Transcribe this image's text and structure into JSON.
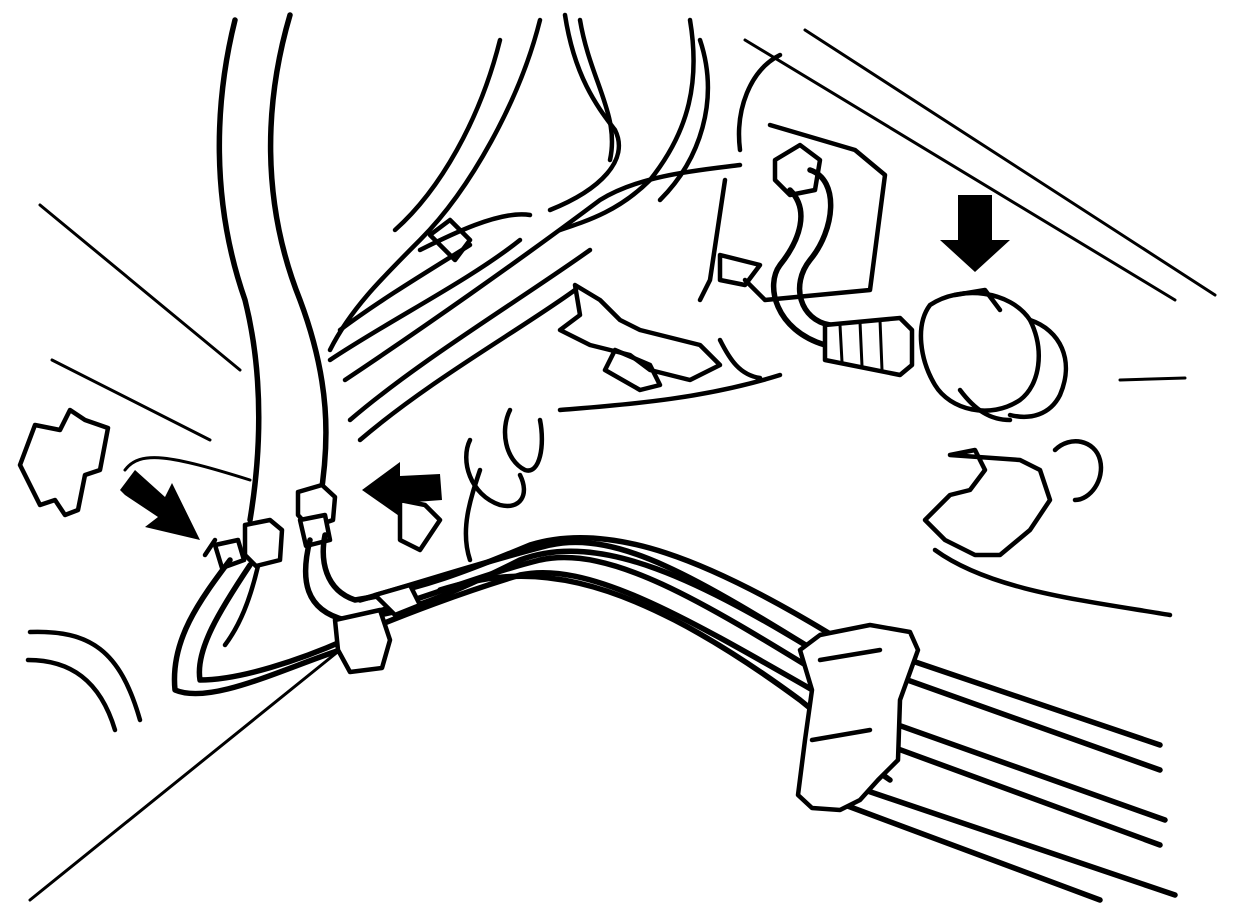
{
  "diagram": {
    "kind": "technical-line-drawing",
    "line_color": "#000000",
    "background_color": "#ffffff",
    "callout_arrows": [
      {
        "id": "left",
        "points_to": "left-pipe-fitting"
      },
      {
        "id": "center",
        "points_to": "center-pipe-fitting"
      },
      {
        "id": "right",
        "points_to": "right-union-fitting"
      }
    ]
  }
}
